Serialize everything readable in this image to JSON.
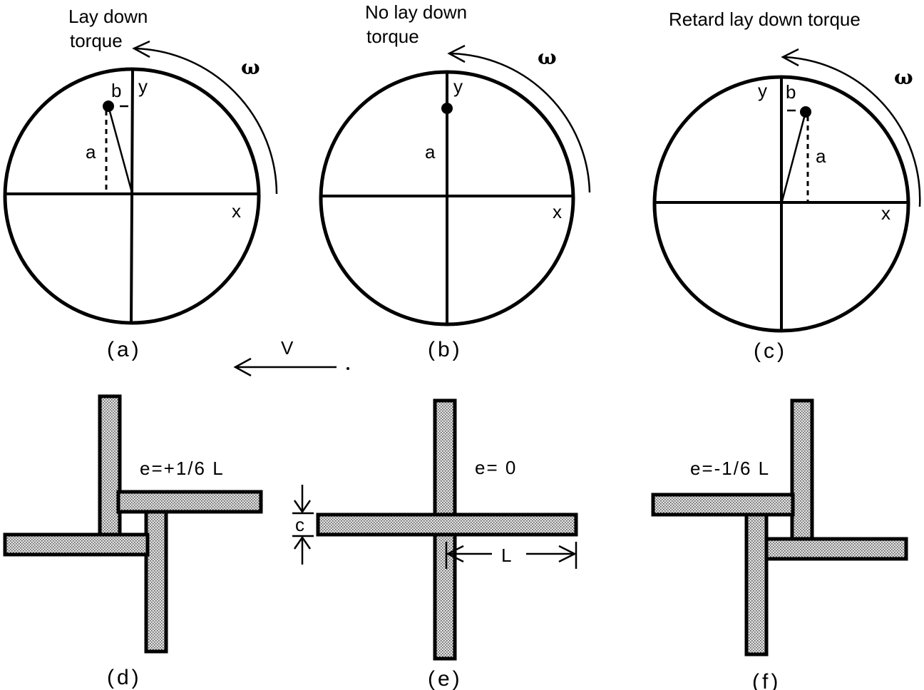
{
  "panels": {
    "a": {
      "title_line1": "Lay down",
      "title_line2": "torque",
      "omega": "ω",
      "label_y": "y",
      "label_x": "x",
      "label_a": "a",
      "label_b": "b",
      "caption": "(a)"
    },
    "b": {
      "title_line1": "No lay down",
      "title_line2": "torque",
      "omega": "ω",
      "label_y": "y",
      "label_x": "x",
      "label_a": "a",
      "caption": "(b)"
    },
    "c": {
      "title": "Retard lay down torque",
      "omega": "ω",
      "label_y": "y",
      "label_x": "x",
      "label_a": "a",
      "label_b": "b",
      "caption": "(c)"
    },
    "d": {
      "eccentricity": "e=+1/6 L",
      "caption": "(d)"
    },
    "e": {
      "eccentricity": "e= 0",
      "label_c": "c",
      "label_L": "L",
      "caption": "(e)"
    },
    "f": {
      "eccentricity": "e=-1/6 L",
      "caption": "(f)"
    }
  },
  "velocity_label": "V"
}
